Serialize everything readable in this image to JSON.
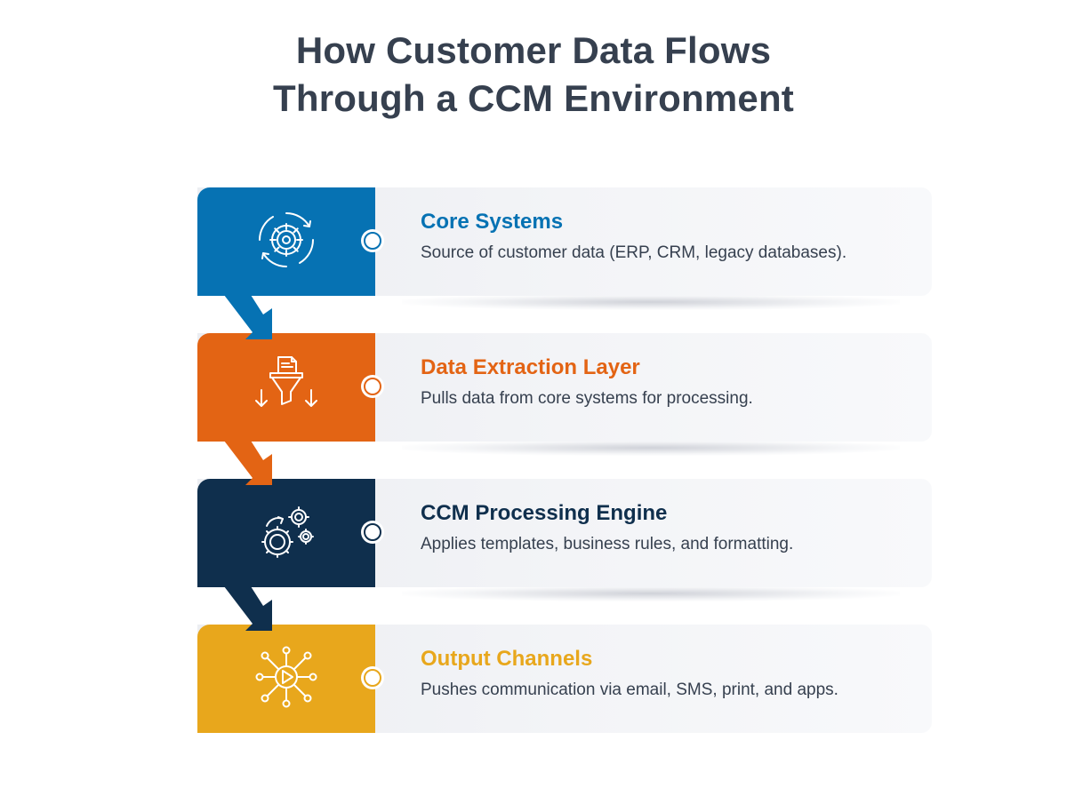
{
  "title": {
    "line1": "How Customer Data Flows",
    "line2": "Through a CCM Environment"
  },
  "steps": [
    {
      "heading": "Core Systems",
      "description": "Source of customer data (ERP, CRM, legacy databases).",
      "color": "#0672b3",
      "icon": "gear-cycle-icon"
    },
    {
      "heading": "Data Extraction Layer",
      "description": "Pulls data from core systems for processing.",
      "color": "#e36414",
      "icon": "funnel-extraction-icon"
    },
    {
      "heading": "CCM Processing Engine",
      "description": "Applies templates, business rules, and formatting.",
      "color": "#0f2f4d",
      "icon": "gears-icon"
    },
    {
      "heading": "Output Channels",
      "description": "Pushes communication via email, SMS, print, and apps.",
      "color": "#e8a71c",
      "icon": "play-network-icon"
    }
  ],
  "colors": {
    "title": "#36404f",
    "text": "#36404f",
    "card_background": "#f1f2f5"
  }
}
